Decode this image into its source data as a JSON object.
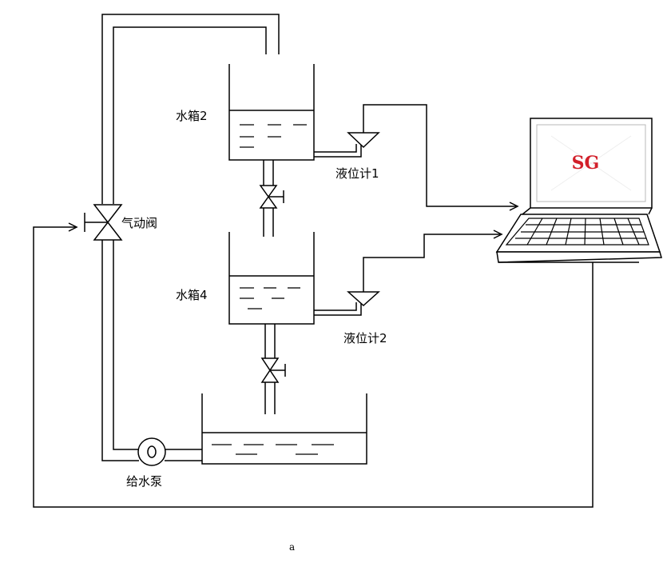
{
  "labels": {
    "tank2": "水箱2",
    "tank4": "水箱4",
    "level_meter_1": "液位计1",
    "level_meter_2": "液位计2",
    "pneumatic_valve": "气动阀",
    "feed_pump": "给水泵",
    "caption": "a"
  },
  "laptop_screen": {
    "logo_text": "SG",
    "logo_color": "#d21f2a"
  },
  "colors": {
    "line": "#000000",
    "screen_frame": "#b9b9b9"
  }
}
